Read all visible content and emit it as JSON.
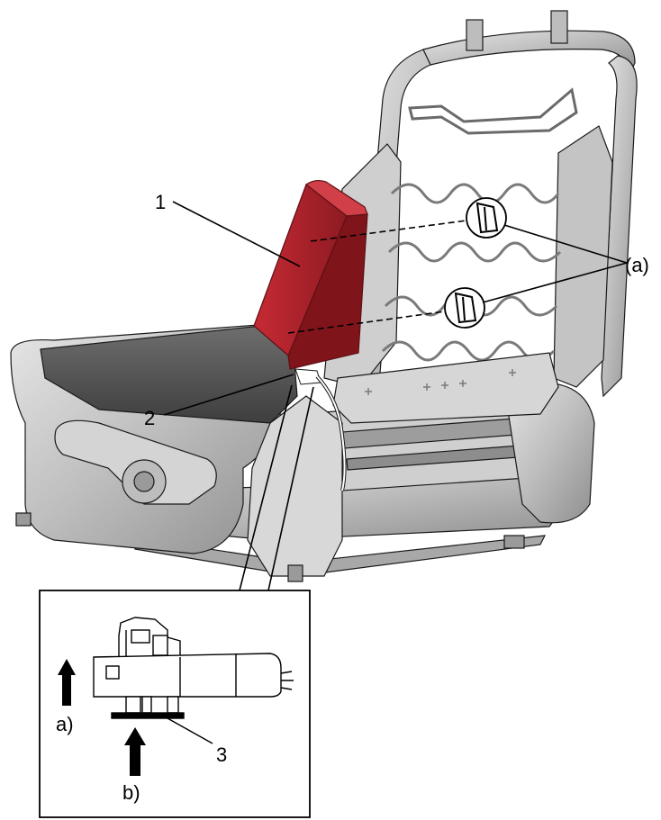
{
  "callouts": {
    "part_1": "1",
    "part_2": "2",
    "part_3": "3",
    "detail_a": "(a)",
    "arrow_a": "a)",
    "arrow_b": "b)"
  },
  "colors": {
    "airbag_module": "#b3202a",
    "frame_metal": "#c9c9c9",
    "cushion": "#5a5a5a",
    "outline": "#1a1a1a"
  }
}
